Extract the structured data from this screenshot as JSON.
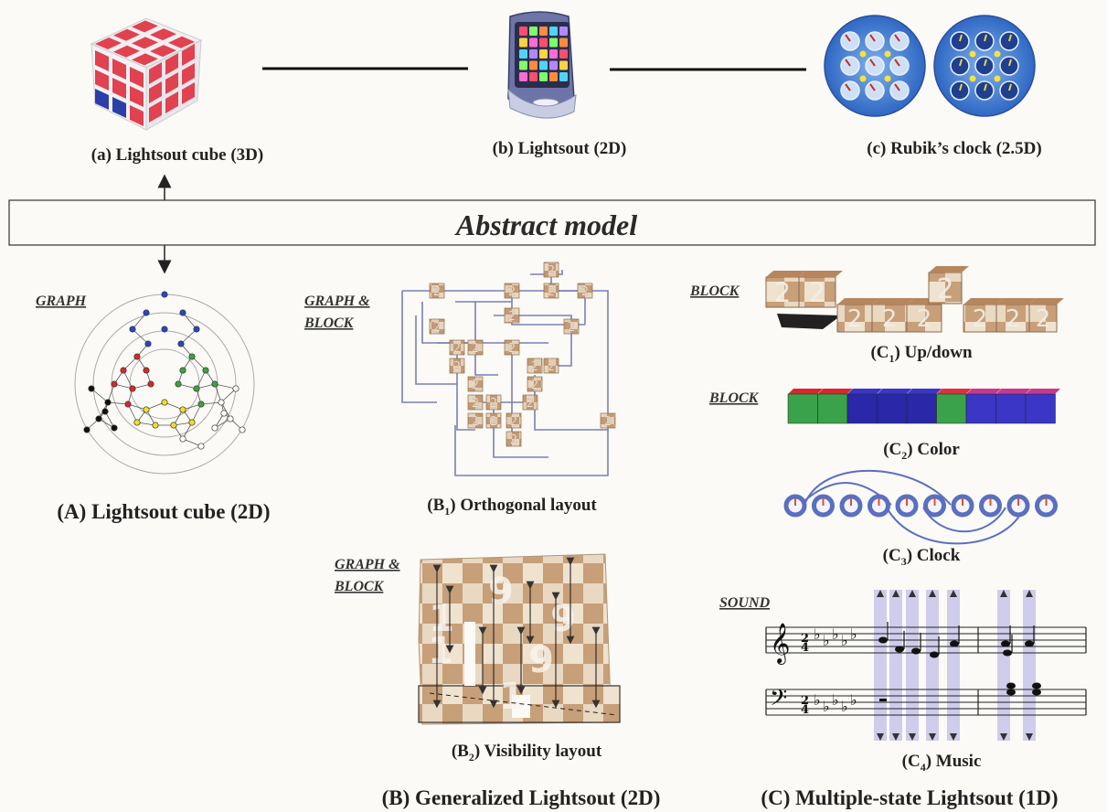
{
  "top_items": [
    {
      "id": "a",
      "caption": "(a) Lightsout cube (3D)"
    },
    {
      "id": "b",
      "caption": "(b) Lightsout (2D)"
    },
    {
      "id": "c",
      "caption": "(c) Rubik’s clock (2.5D)"
    }
  ],
  "abstract_model": "Abstract model",
  "tags": {
    "graph": "GRAPH",
    "graph_block_1": "GRAPH &",
    "graph_block_2": "BLOCK",
    "block": "BLOCK",
    "sound": "SOUND"
  },
  "captions": {
    "A": "(A) Lightsout cube (2D)",
    "B1_prefix": "(B",
    "B1_sub": "1",
    "B1_suffix": ") Orthogonal layout",
    "B2_prefix": "(B",
    "B2_sub": "2",
    "B2_suffix": ") Visibility layout",
    "B": "(B) Generalized Lightsout (2D)",
    "C1_prefix": "(C",
    "C1_sub": "1",
    "C1_suffix": ") Up/down",
    "C2_prefix": "(C",
    "C2_sub": "2",
    "C2_suffix": ") Color",
    "C3_prefix": "(C",
    "C3_sub": "3",
    "C3_suffix": ") Clock",
    "C4_prefix": "(C",
    "C4_sub": "4",
    "C4_suffix": ") Music",
    "C": "(C) Multiple-state Lightsout (1D)"
  },
  "block_labels": {
    "two": "2",
    "one": "1",
    "nine": "9"
  },
  "colors": {
    "cube_red": "#e0424f",
    "cube_blue": "#2b3fa8",
    "graph_blue": "#2a44c8",
    "graph_red": "#d8282a",
    "graph_green": "#3aa53a",
    "graph_yellow": "#f0e020",
    "block_tan": "#c8a27c",
    "line_purple": "#7a7fb5",
    "clock_blue": "#5a6fc0",
    "music_band": "#c7c3ea"
  }
}
